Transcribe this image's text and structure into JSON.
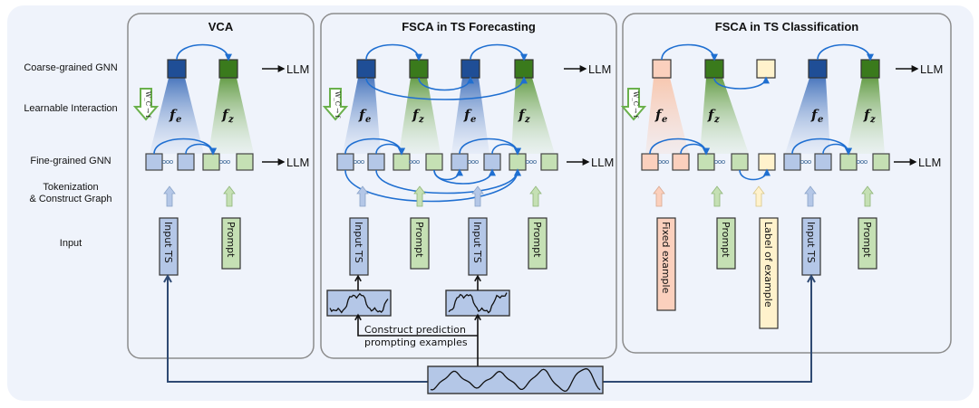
{
  "row_labels": {
    "coarse": "Coarse-grained GNN",
    "interaction": "Learnable Interaction",
    "fine": "Fine-grained GNN",
    "tokenization_1": "Tokenization",
    "tokenization_2": "& Construct Graph",
    "input": "Input"
  },
  "panels": {
    "vca": {
      "title": "VCA"
    },
    "forecasting": {
      "title": "FSCA in TS Forecasting"
    },
    "classification": {
      "title": "FSCA in TS Classification"
    }
  },
  "llm_label": "LLM",
  "symbols": {
    "fe": "f",
    "fe_sub": "e",
    "fz": "f",
    "fz_sub": "z",
    "interaction_arrow": "W_C → f"
  },
  "inputs": {
    "input_ts": "Input TS",
    "prompt": "Prompt",
    "fixed_example": "Fixed example",
    "label_of_example": "Label of example"
  },
  "construct_caption": {
    "line1": "Construct prediction",
    "line2": "prompting examples"
  },
  "colors": {
    "ts_dark": "#1f4e96",
    "ts_light": "#b4c7e7",
    "prompt_dark": "#3a7a1c",
    "prompt_light": "#c5e0b4",
    "example_light": "#fbd0bd",
    "label_light": "#fff2cc",
    "edge": "#1f6fd1",
    "flow_line": "#2f4a73"
  }
}
